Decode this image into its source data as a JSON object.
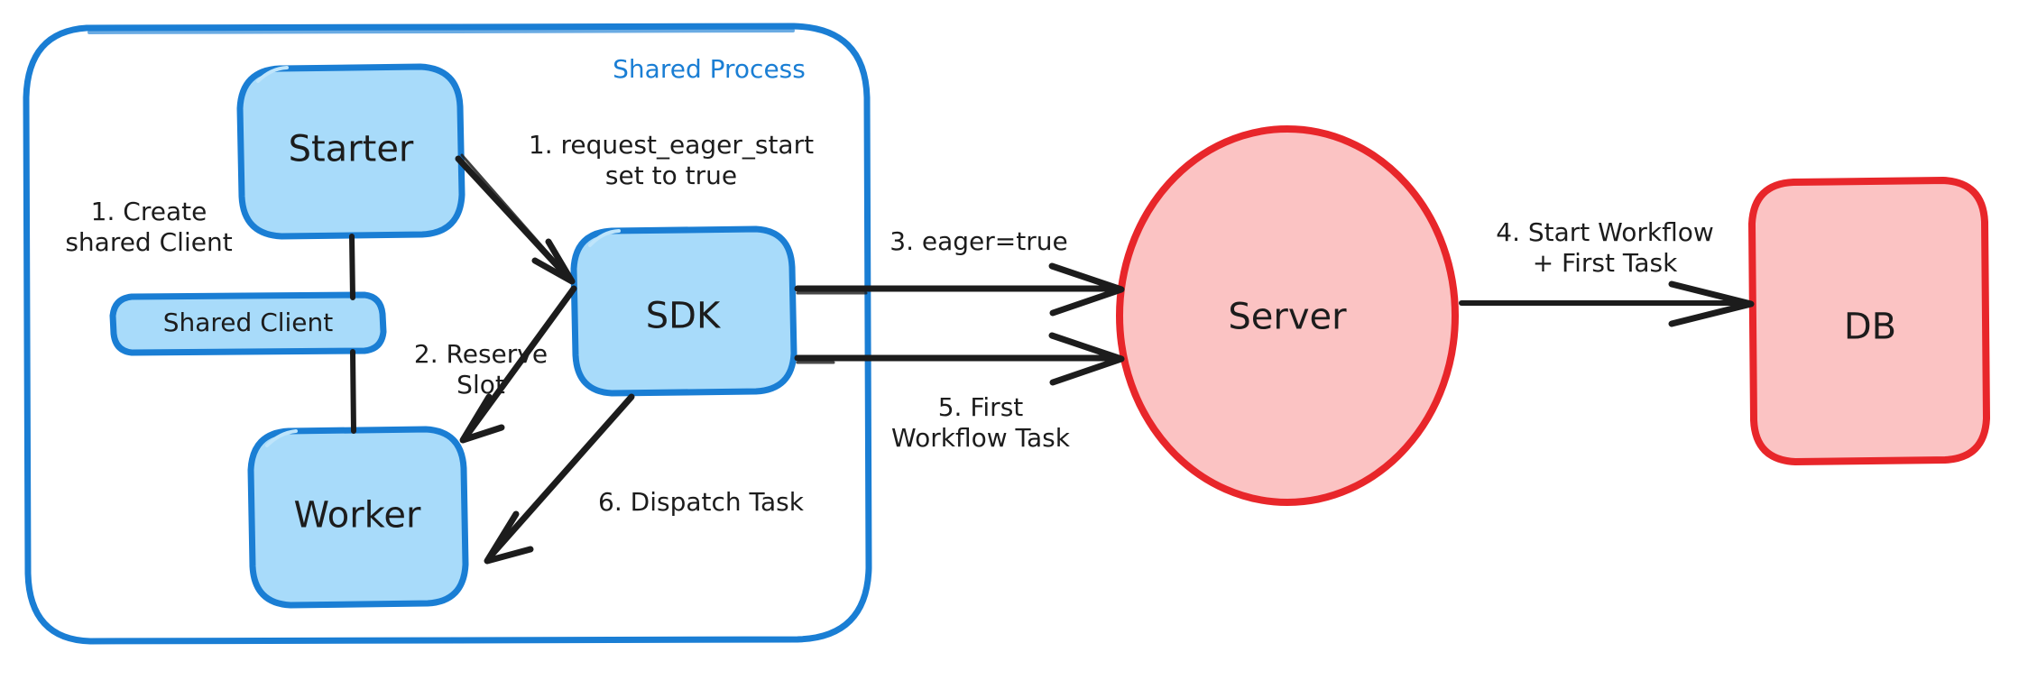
{
  "diagram": {
    "title": "Eager Workflow Start",
    "type": "flow-diagram",
    "style": "hand-drawn",
    "background": "#ffffff",
    "palette": {
      "blue_fill": "#a8dbfa",
      "blue_stroke": "#1a7ed4",
      "red_fill": "#fbc3c3",
      "red_stroke": "#e8262a",
      "text": "#1c1c1c",
      "arrow": "#1c1c1c"
    }
  },
  "groups": [
    {
      "id": "shared-process",
      "label": "Shared Process",
      "shape": "rounded-rect",
      "stroke": "#1a7ed4",
      "fill": "none"
    }
  ],
  "nodes": [
    {
      "id": "starter",
      "label": "Starter",
      "shape": "rounded-rect",
      "fill": "#a8dbfa",
      "stroke": "#1a7ed4",
      "group": "shared-process"
    },
    {
      "id": "shared-client",
      "label": "Shared Client",
      "shape": "rounded-rect",
      "fill": "#a8dbfa",
      "stroke": "#1a7ed4",
      "group": "shared-process"
    },
    {
      "id": "worker",
      "label": "Worker",
      "shape": "rounded-rect",
      "fill": "#a8dbfa",
      "stroke": "#1a7ed4",
      "group": "shared-process"
    },
    {
      "id": "sdk",
      "label": "SDK",
      "shape": "rounded-rect",
      "fill": "#a8dbfa",
      "stroke": "#1a7ed4",
      "group": "shared-process"
    },
    {
      "id": "server",
      "label": "Server",
      "shape": "ellipse",
      "fill": "#fbc3c3",
      "stroke": "#e8262a",
      "group": null
    },
    {
      "id": "db",
      "label": "DB",
      "shape": "rounded-rect",
      "fill": "#fbc3c3",
      "stroke": "#e8262a",
      "group": null
    }
  ],
  "edges": [
    {
      "id": "edge-create-shared-client",
      "from": "starter",
      "to": "shared-client",
      "label": "1. Create\nshared Client",
      "arrow": false
    },
    {
      "id": "edge-request-eager-start",
      "from": "starter",
      "to": "sdk",
      "label": "1. request_eager_start\nset to true",
      "arrow": true
    },
    {
      "id": "edge-reserve-slot",
      "from": "sdk",
      "to": "worker",
      "label": "2. Reserve\nSlot",
      "arrow": true
    },
    {
      "id": "edge-eager-true",
      "from": "sdk",
      "to": "server",
      "label": "3. eager=true",
      "arrow": true
    },
    {
      "id": "edge-start-workflow",
      "from": "server",
      "to": "db",
      "label": "4. Start Workflow\n+ First Task",
      "arrow": true
    },
    {
      "id": "edge-first-workflow-task",
      "from": "sdk",
      "to": "server",
      "label": "5. First\nWorkflow Task",
      "arrow": true
    },
    {
      "id": "edge-dispatch-task",
      "from": "sdk",
      "to": "worker",
      "label": "6. Dispatch Task",
      "arrow": true
    }
  ],
  "labels": {
    "shared_process": "Shared Process",
    "starter": "Starter",
    "shared_client": "Shared Client",
    "worker": "Worker",
    "sdk": "SDK",
    "server": "Server",
    "db": "DB",
    "step1_create": "1. Create\nshared Client",
    "step1_eager": "1. request_eager_start\nset to true",
    "step2_reserve": "2. Reserve\nSlot",
    "step3_eager_true": "3. eager=true",
    "step4_start_workflow": "4. Start Workflow\n+ First Task",
    "step5_first_task": "5. First\nWorkflow Task",
    "step6_dispatch": "6. Dispatch Task"
  }
}
